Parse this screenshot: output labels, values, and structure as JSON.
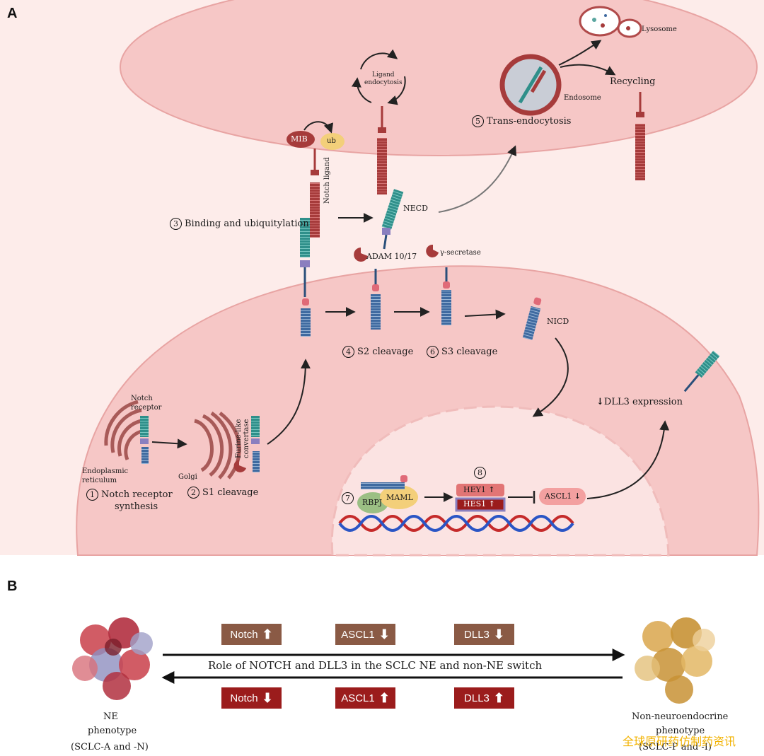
{
  "panels": {
    "a": "A",
    "b": "B"
  },
  "panel_a": {
    "lysosome": "Lysosome",
    "recycling": "Recycling",
    "endosome": "Endosome",
    "ligand_endocytosis_line1": "Ligand",
    "ligand_endocytosis_line2": "endocytosis",
    "trans_endocytosis": "Trans-endocytosis",
    "mib": "MIB",
    "ub": "ub",
    "notch_ligand": "Notch ligand",
    "binding": "Binding and ubiquitylation",
    "necd": "NECD",
    "adam": "ADAM 10/17",
    "gamma_secretase": "γ-secretase",
    "s2_cleavage": "S2 cleavage",
    "s3_cleavage": "S3 cleavage",
    "nicd": "NICD",
    "dll3_expression": "DLL3 expression",
    "notch_receptor_line1": "Notch",
    "notch_receptor_line2": "receptor",
    "er_line1": "Endoplasmic",
    "er_line2": "reticulum",
    "golgi": "Golgi",
    "furine_line1": "Furine-like",
    "furine_line2": "convertase",
    "synthesis_line1": "Notch receptor",
    "synthesis_line2": "synthesis",
    "s1_cleavage": "S1 cleavage",
    "rbpj": "RBPJ",
    "maml": "MAML",
    "hey1": "HEY1",
    "hes1": "HES1",
    "ascl1": "ASCL1",
    "steps": [
      "1",
      "2",
      "3",
      "4",
      "5",
      "6",
      "7",
      "8"
    ]
  },
  "panel_b": {
    "top_badges": [
      {
        "label": "Notch",
        "direction": "up"
      },
      {
        "label": "ASCL1",
        "direction": "down"
      },
      {
        "label": "DLL3",
        "direction": "down"
      }
    ],
    "bottom_badges": [
      {
        "label": "Notch",
        "direction": "down"
      },
      {
        "label": "ASCL1",
        "direction": "up"
      },
      {
        "label": "DLL3",
        "direction": "up"
      }
    ],
    "center_text": "Role of NOTCH and DLL3 in the SCLC  NE and non-NE switch",
    "ne_line1": "NE",
    "ne_line2": "phenotype",
    "ne_line3": "(SCLC-A and -N)",
    "nonne_line1": "Non-neuroendocrine",
    "nonne_line2": "phenotype",
    "nonne_line3": "(SCLC-P and -I)"
  },
  "watermark": "全球原研药仿制药资讯",
  "colors": {
    "cell_fill": "#f6c7c6",
    "cell_stroke": "#e8a4a3",
    "ligand": "#a63b3b",
    "receptor_teal": "#2f8f8a",
    "receptor_blue": "#3c5f93",
    "badge_up": "#8a5a45",
    "badge_down": "#9b1c1c"
  }
}
